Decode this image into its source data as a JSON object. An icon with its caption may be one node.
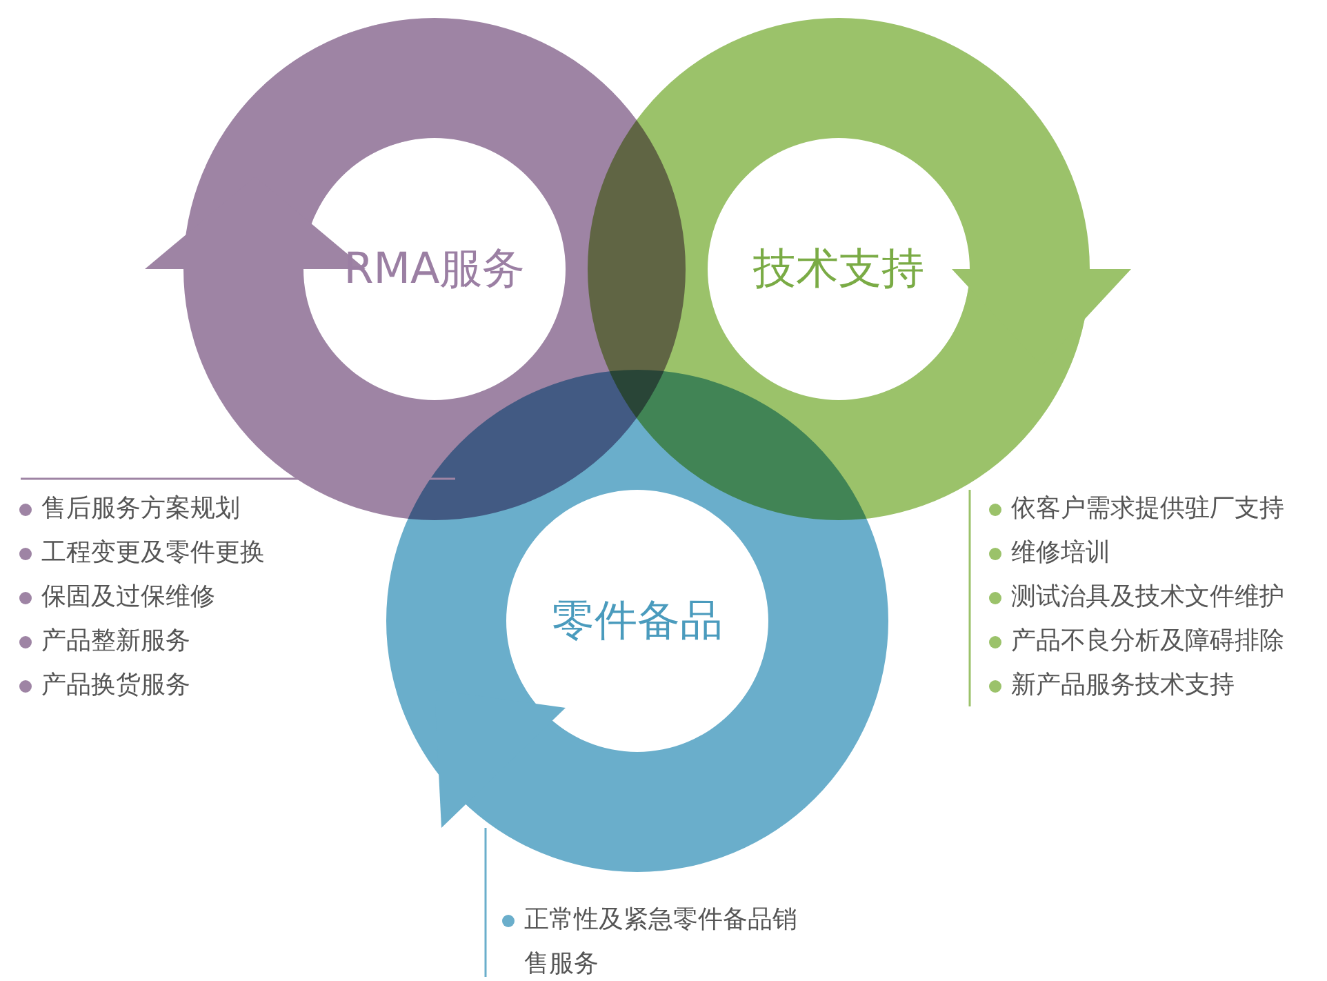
{
  "diagram": {
    "nodes": [
      {
        "text": [
          "RMA服务"
        ]
      },
      {
        "text": [
          "技术支持"
        ]
      },
      {
        "text": [
          "零件备品"
        ]
      }
    ],
    "labels": [
      "售后服务方案规划",
      "工程变更及零件更换",
      "保固及过保维修",
      "产品整新服务",
      "产品换货服务",
      "依客户需求提供驻厂支持",
      "维修培训",
      "测试治具及技术文件维护",
      "产品不良分析及障碍排除",
      "新产品服务技术支持",
      "正常性及紧急零件备品销售服务"
    ]
  }
}
